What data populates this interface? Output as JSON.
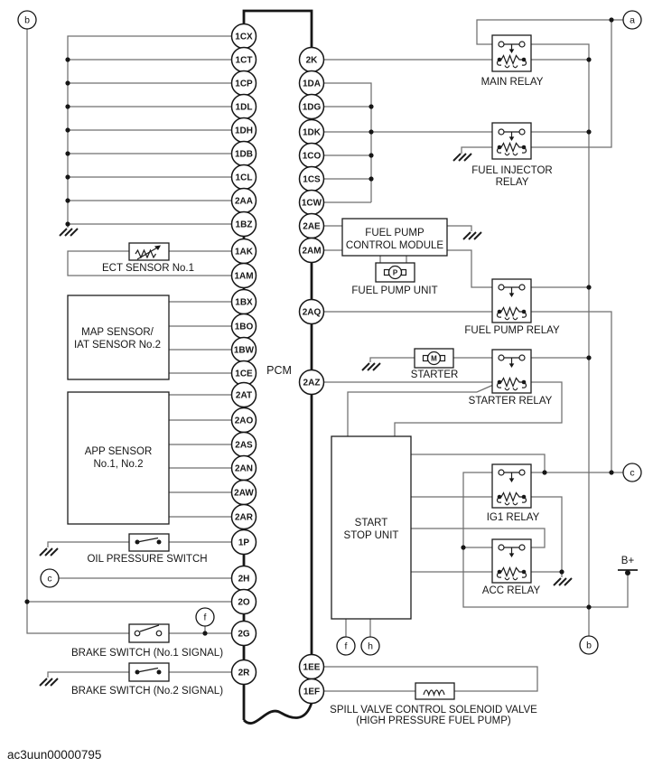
{
  "diagram": {
    "code": "ac3uun00000795",
    "pcm_label": "PCM",
    "battery_label": "B+",
    "symbols": {
      "pump": "P",
      "motor": "M"
    },
    "connectors": {
      "a": "a",
      "b_top": "b",
      "b_bottom": "b",
      "c_left": "c",
      "c_right": "c",
      "f_top": "f",
      "f_bottom": "f",
      "h_bottom": "h"
    },
    "pins_left": [
      "1CX",
      "1CT",
      "1CP",
      "1DL",
      "1DH",
      "1DB",
      "1CL",
      "2AA",
      "1BZ",
      "1AK",
      "1AM",
      "1BX",
      "1BO",
      "1BW",
      "1CE",
      "2AT",
      "2AO",
      "2AS",
      "2AN",
      "2AW",
      "2AR",
      "1P",
      "2H",
      "2O",
      "2G",
      "2R"
    ],
    "pins_right": [
      "2K",
      "1DA",
      "1DG",
      "1DK",
      "1CO",
      "1CS",
      "1CW",
      "2AE",
      "2AM",
      "2AQ",
      "2AZ",
      "1EE",
      "1EF"
    ],
    "labels": {
      "main_relay": "MAIN RELAY",
      "fuel_injector_relay_line1": "FUEL INJECTOR",
      "fuel_injector_relay_line2": "RELAY",
      "fuel_pump_module_line1": "FUEL PUMP",
      "fuel_pump_module_line2": "CONTROL MODULE",
      "fuel_pump_unit": "FUEL PUMP UNIT",
      "fuel_pump_relay": "FUEL PUMP RELAY",
      "starter": "STARTER",
      "starter_relay": "STARTER RELAY",
      "start_stop_line1": "START",
      "start_stop_line2": "STOP UNIT",
      "ig1_relay": "IG1 RELAY",
      "acc_relay": "ACC RELAY",
      "ect_sensor": "ECT SENSOR No.1",
      "map_sensor_line1": "MAP SENSOR/",
      "map_sensor_line2": "IAT SENSOR No.2",
      "app_sensor_line1": "APP SENSOR",
      "app_sensor_line2": "No.1, No.2",
      "oil_pressure_switch": "OIL PRESSURE SWITCH",
      "brake_switch_1": "BRAKE SWITCH (No.1 SIGNAL)",
      "brake_switch_2": "BRAKE SWITCH (No.2 SIGNAL)",
      "spill_valve_line1": "SPILL VALVE CONTROL SOLENOID VALVE",
      "spill_valve_line2": "(HIGH PRESSURE FUEL PUMP)"
    }
  }
}
